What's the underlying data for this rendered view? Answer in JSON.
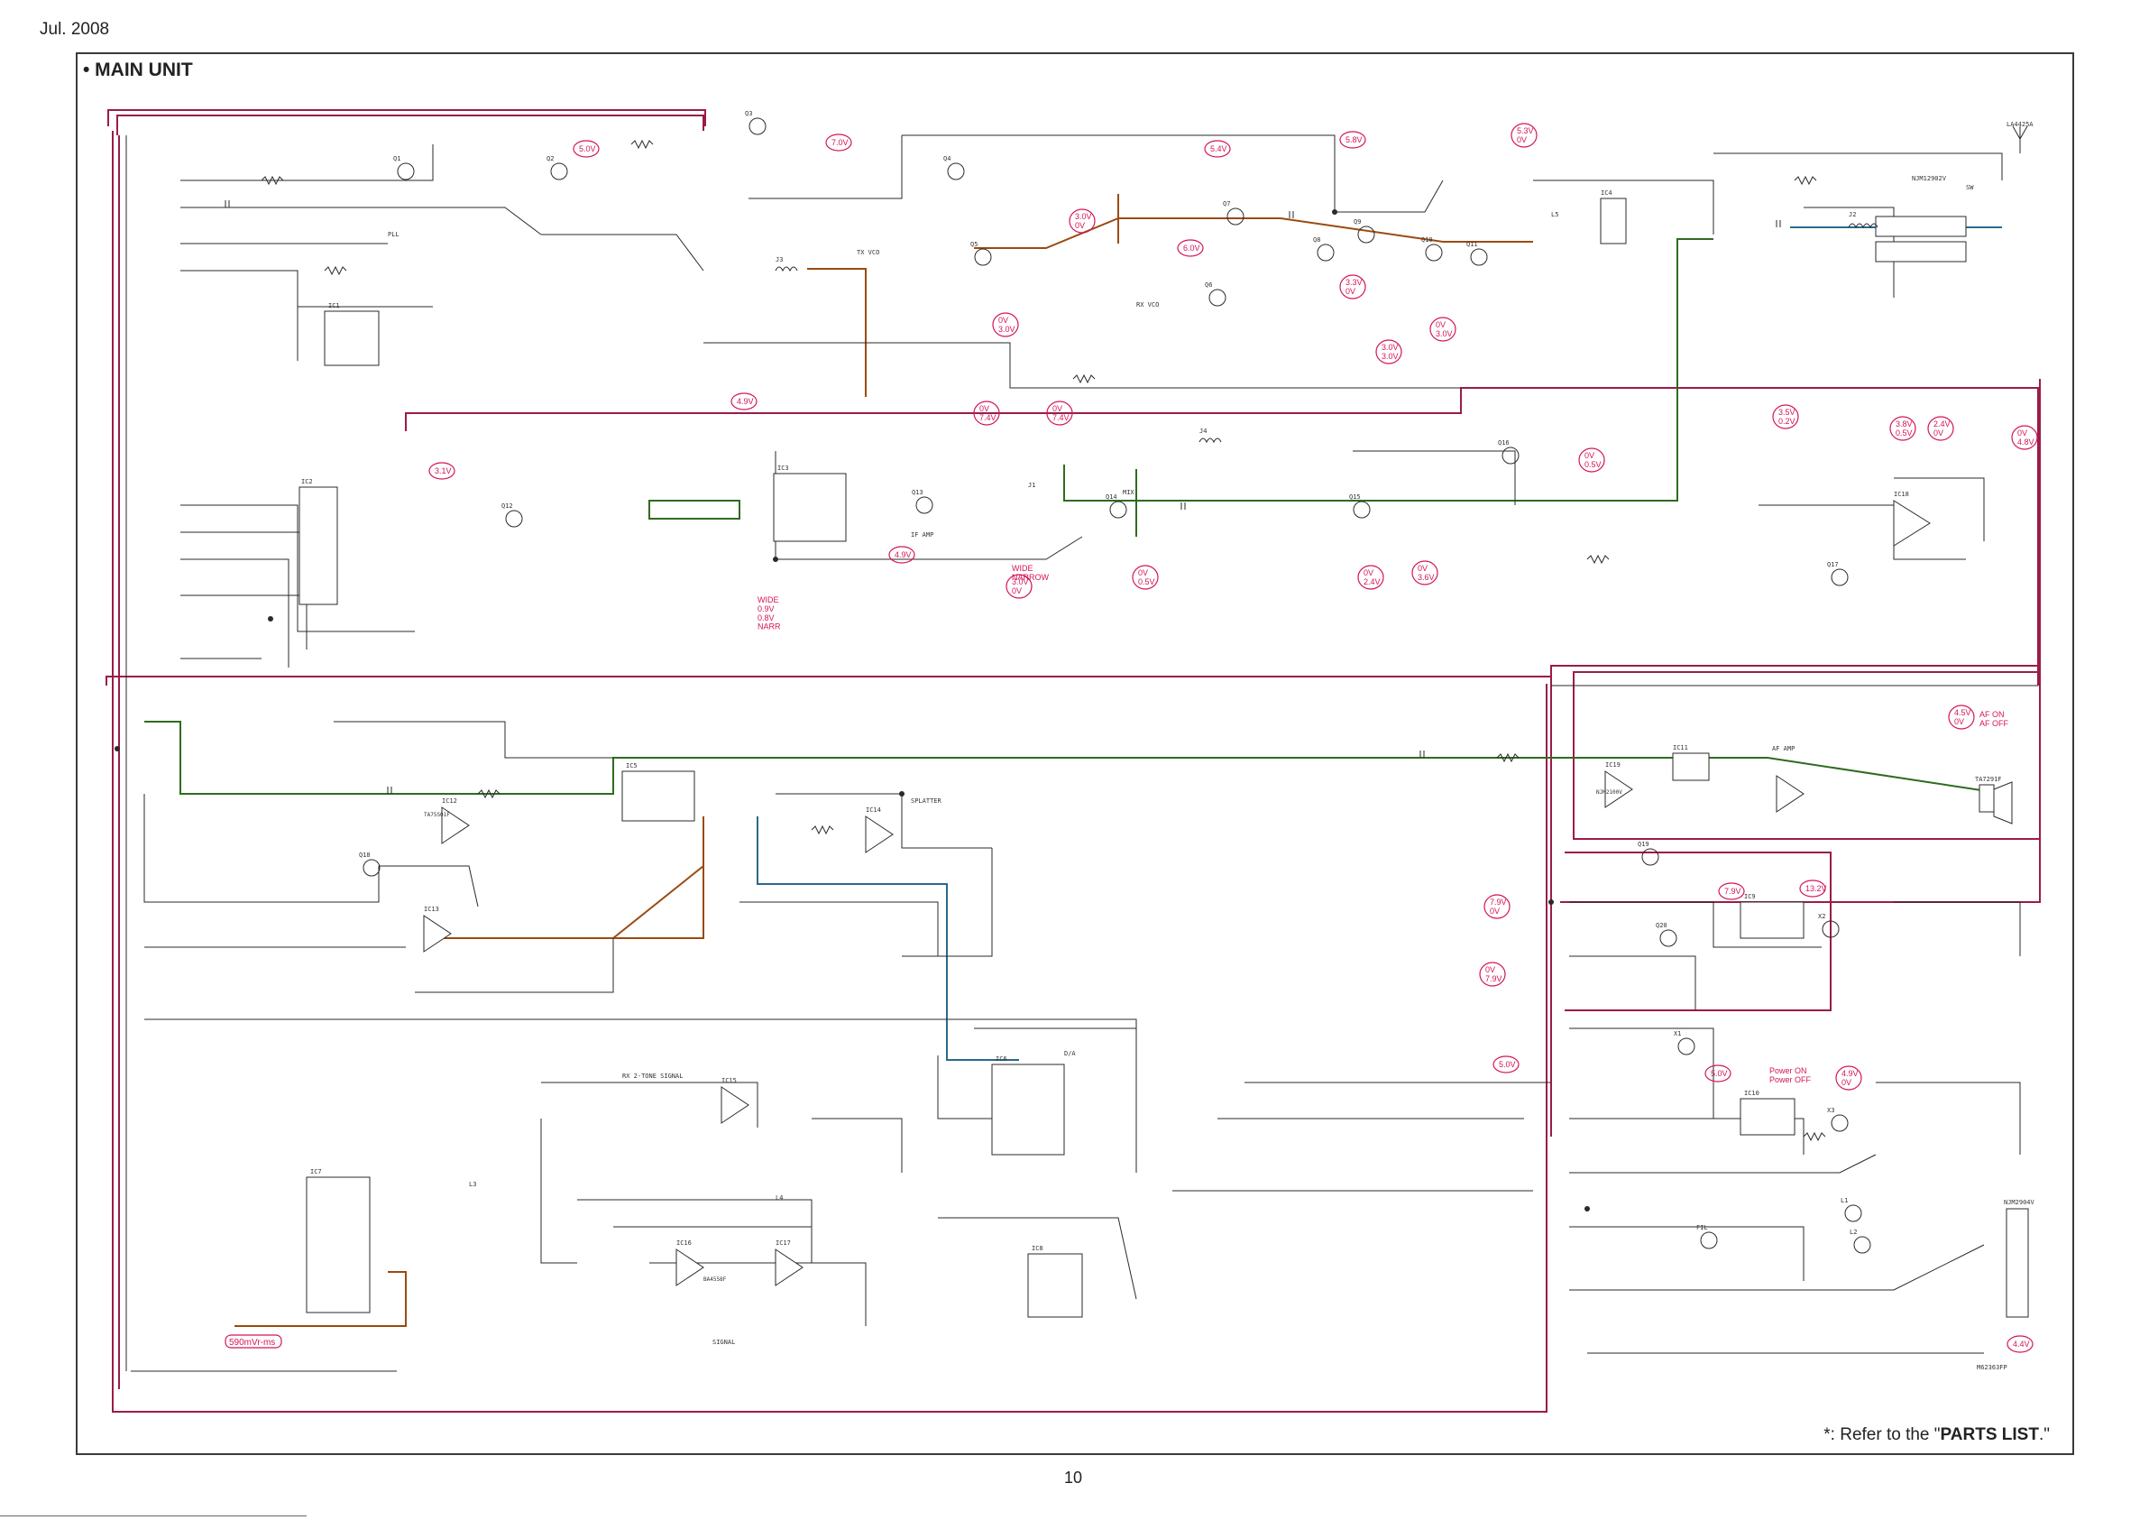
{
  "header": {
    "date": "Jul. 2008"
  },
  "section_title": "• MAIN UNIT",
  "footnote": {
    "prefix": "*: Refer to the \"",
    "bold": "PARTS LIST",
    "suffix": ".\""
  },
  "page_number": "10",
  "colors": {
    "bus_red": "#9b1b4a",
    "rf_green": "#2f6b1e",
    "rf_brown": "#9b4a10",
    "rf_blue": "#2a6a8a",
    "annot_pink": "#d4145a",
    "wire": "#2a2a2a"
  },
  "voltage_annotations": [
    "5.0V",
    "7.0V",
    "5.4V",
    "5.8V",
    "5.3V\n0V",
    "3.0V\n0V",
    "6.0V",
    "3.3V\n0V",
    "0V\n3.0V",
    "3.0V\n3.0V",
    "0V\n3.0V",
    "4.9V",
    "3.1V",
    "0V\n7.4V",
    "0V\n7.4V",
    "3.5V\n0.2V",
    "3.8V\n0.5V",
    "2.4V\n0V",
    "0V\n4.8V",
    "0V\n0.5V",
    "4.9V",
    "3.0V\n0V",
    "0V\n0.5V",
    "0V\n2.4V",
    "0V\n3.6V",
    "4.5V\n0V",
    "7.9V\n0V",
    "7.9V",
    "13.2V",
    "0V\n7.9V",
    "5.0V",
    "5.0V",
    "4.9V\n0V",
    "4.4V",
    "590mVr-ms"
  ],
  "text_annotations": [
    "WIDE\n0.9V\n0.8V\nNARR",
    "WIDE\nNARROW",
    "AF ON\nAF OFF",
    "Power ON\nPower OFF"
  ],
  "component_labels": [
    "IC1",
    "IC2",
    "IC3",
    "IC4",
    "IC5",
    "IC6",
    "IC7",
    "IC8",
    "IC9",
    "IC10",
    "IC11",
    "IC12",
    "IC13",
    "IC14",
    "IC15",
    "IC16",
    "IC17",
    "IC18",
    "IC19",
    "Q1",
    "Q2",
    "Q3",
    "Q4",
    "Q5",
    "Q6",
    "Q7",
    "Q8",
    "Q9",
    "Q10",
    "Q11",
    "Q12",
    "Q13",
    "Q14",
    "Q15",
    "Q16",
    "Q17",
    "Q18",
    "Q19",
    "Q20",
    "X1",
    "X2",
    "X3",
    "FIL",
    "L1",
    "L2",
    "L3",
    "L4",
    "L5",
    "J1",
    "J2",
    "J3",
    "J4",
    "SW",
    "NJM12902V",
    "NJM2904V",
    "TA7291F",
    "LA4425A",
    "M62363FP",
    "BA4558F",
    "TA75S01F",
    "NJM2100V"
  ],
  "signal_labels": [
    "PLL",
    "TX VCO",
    "RX VCO",
    "IF AMP",
    "AF AMP",
    "MIX",
    "SPLATTER",
    "RX 2-TONE SIGNAL",
    "SIGNAL",
    "D/A"
  ]
}
